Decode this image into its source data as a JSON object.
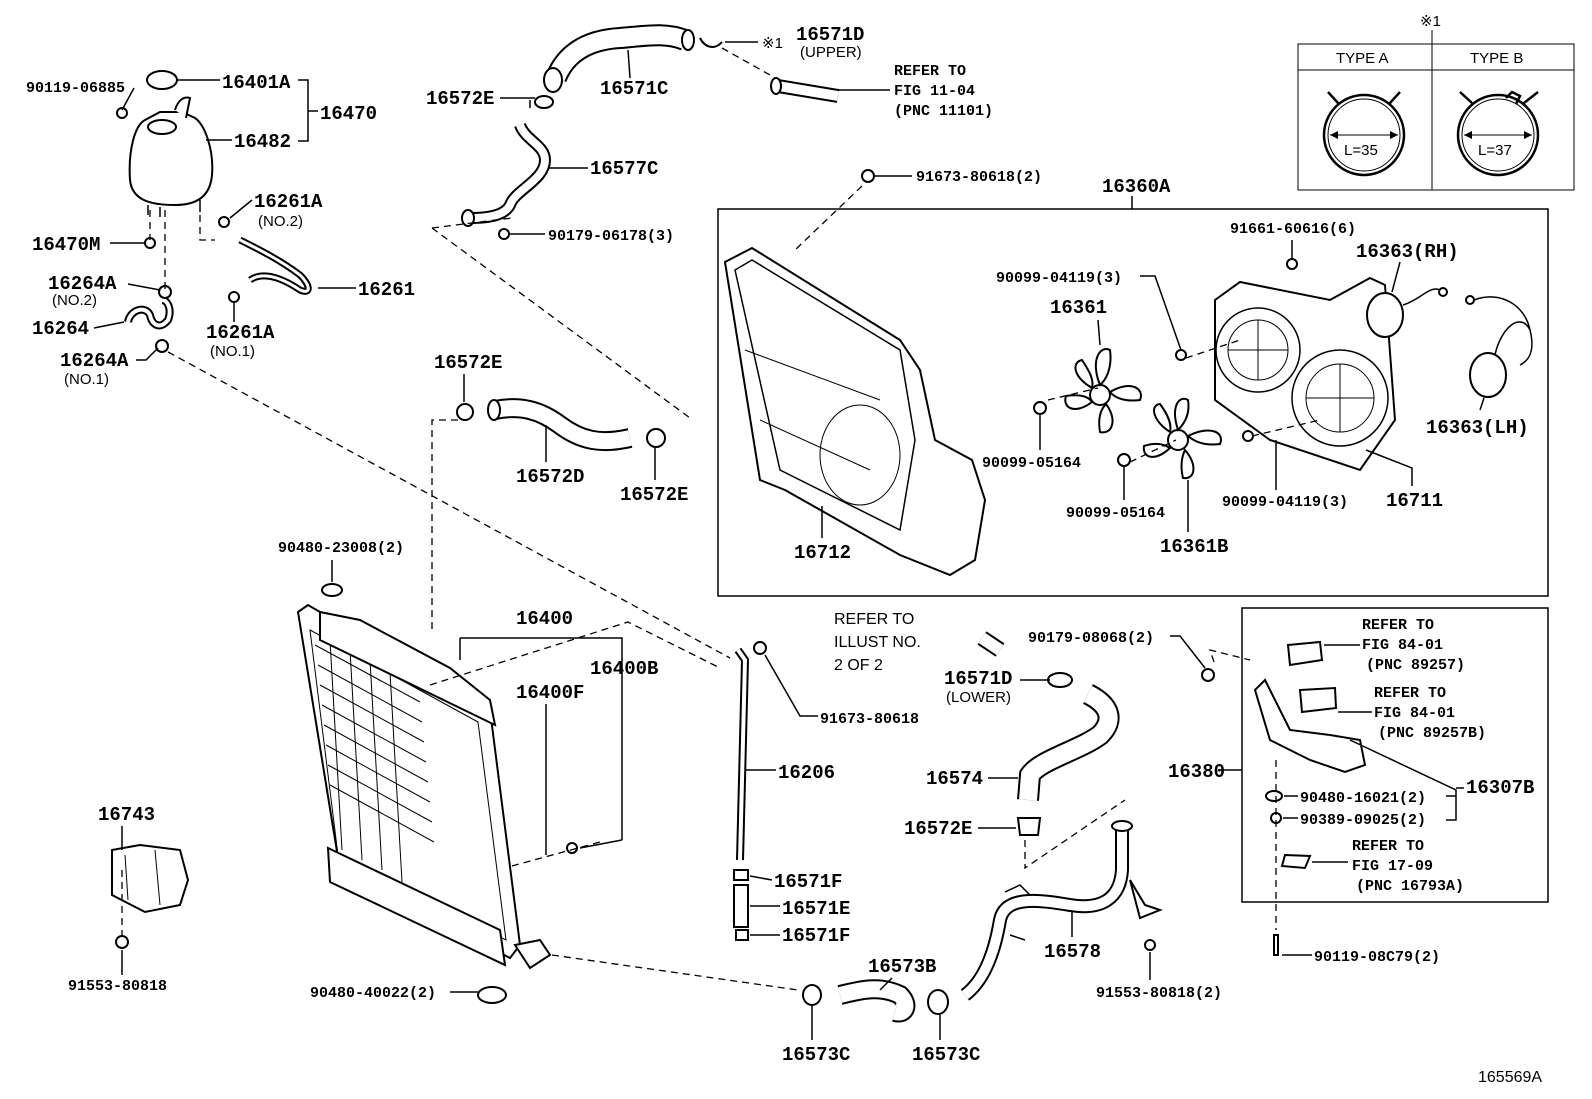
{
  "diagram_id": "165569A",
  "clamp_types": {
    "marker": "※1",
    "type_a": {
      "title": "TYPE A",
      "dimension": "L=35"
    },
    "type_b": {
      "title": "TYPE B",
      "dimension": "L=37"
    }
  },
  "callouts": {
    "p90119_06885": "90119-06885",
    "p16401A": "16401A",
    "p16470": "16470",
    "p16482": "16482",
    "p16261A_no2": "16261A",
    "no2_a": "(NO.2)",
    "p16470M": "16470M",
    "p16264A_no2": "16264A",
    "no2_b": "(NO.2)",
    "p16261": "16261",
    "p16264": "16264",
    "p16261A_no1": "16261A",
    "no1_a": "(NO.1)",
    "p16264A_no1": "16264A",
    "no1_b": "(NO.1)",
    "p16572E_top": "16572E",
    "p16571C": "16571C",
    "p16571D_upper": "16571D",
    "upper": "(UPPER)",
    "marker1": "※1",
    "p16577C": "16577C",
    "p90179_06178": "90179-06178(3)",
    "p91673_80618_2": "91673-80618(2)",
    "p16360A": "16360A",
    "p91661_60616": "91661-60616(6)",
    "p16363RH": "16363(RH)",
    "p90099_04119_a": "90099-04119(3)",
    "p16361": "16361",
    "p16363LH": "16363(LH)",
    "p90099_05164_a": "90099-05164",
    "p90099_05164_b": "90099-05164",
    "p90099_04119_b": "90099-04119(3)",
    "p16711": "16711",
    "p16712": "16712",
    "p16361B": "16361B",
    "p16572E_mid": "16572E",
    "p16572D": "16572D",
    "p16572E_right": "16572E",
    "p90480_23008": "90480-23008(2)",
    "p16400": "16400",
    "p16400B": "16400B",
    "p16400F": "16400F",
    "p91673_80618": "91673-80618",
    "p16206": "16206",
    "p16743": "16743",
    "p16571F_a": "16571F",
    "p16571E": "16571E",
    "p16571F_b": "16571F",
    "p91553_80818_left": "91553-80818",
    "p90480_40022": "90480-40022(2)",
    "p16573B": "16573B",
    "p16573C_a": "16573C",
    "p16573C_b": "16573C",
    "p16578": "16578",
    "p91553_80818_2": "91553-80818(2)",
    "p16574": "16574",
    "p16572E_low": "16572E",
    "p16571D_lower": "16571D",
    "lower": "(LOWER)",
    "p90179_08068": "90179-08068(2)",
    "p16380": "16380",
    "p16307B": "16307B",
    "p90480_16021": "90480-16021(2)",
    "p90389_09025": "90389-09025(2)",
    "p90119_08C79": "90119-08C79(2)"
  },
  "references": {
    "ref_fig_11_04": [
      "REFER TO",
      "FIG 11-04",
      "(PNC 11101)"
    ],
    "ref_illust": [
      "REFER TO",
      "ILLUST NO.",
      "2 OF 2"
    ],
    "ref_fig_84_01_a": [
      "REFER TO",
      "FIG 84-01",
      "(PNC 89257)"
    ],
    "ref_fig_84_01_b": [
      "REFER TO",
      "FIG 84-01",
      "(PNC 89257B)"
    ],
    "ref_fig_17_09": [
      "REFER TO",
      "FIG 17-09",
      "(PNC 16793A)"
    ]
  }
}
